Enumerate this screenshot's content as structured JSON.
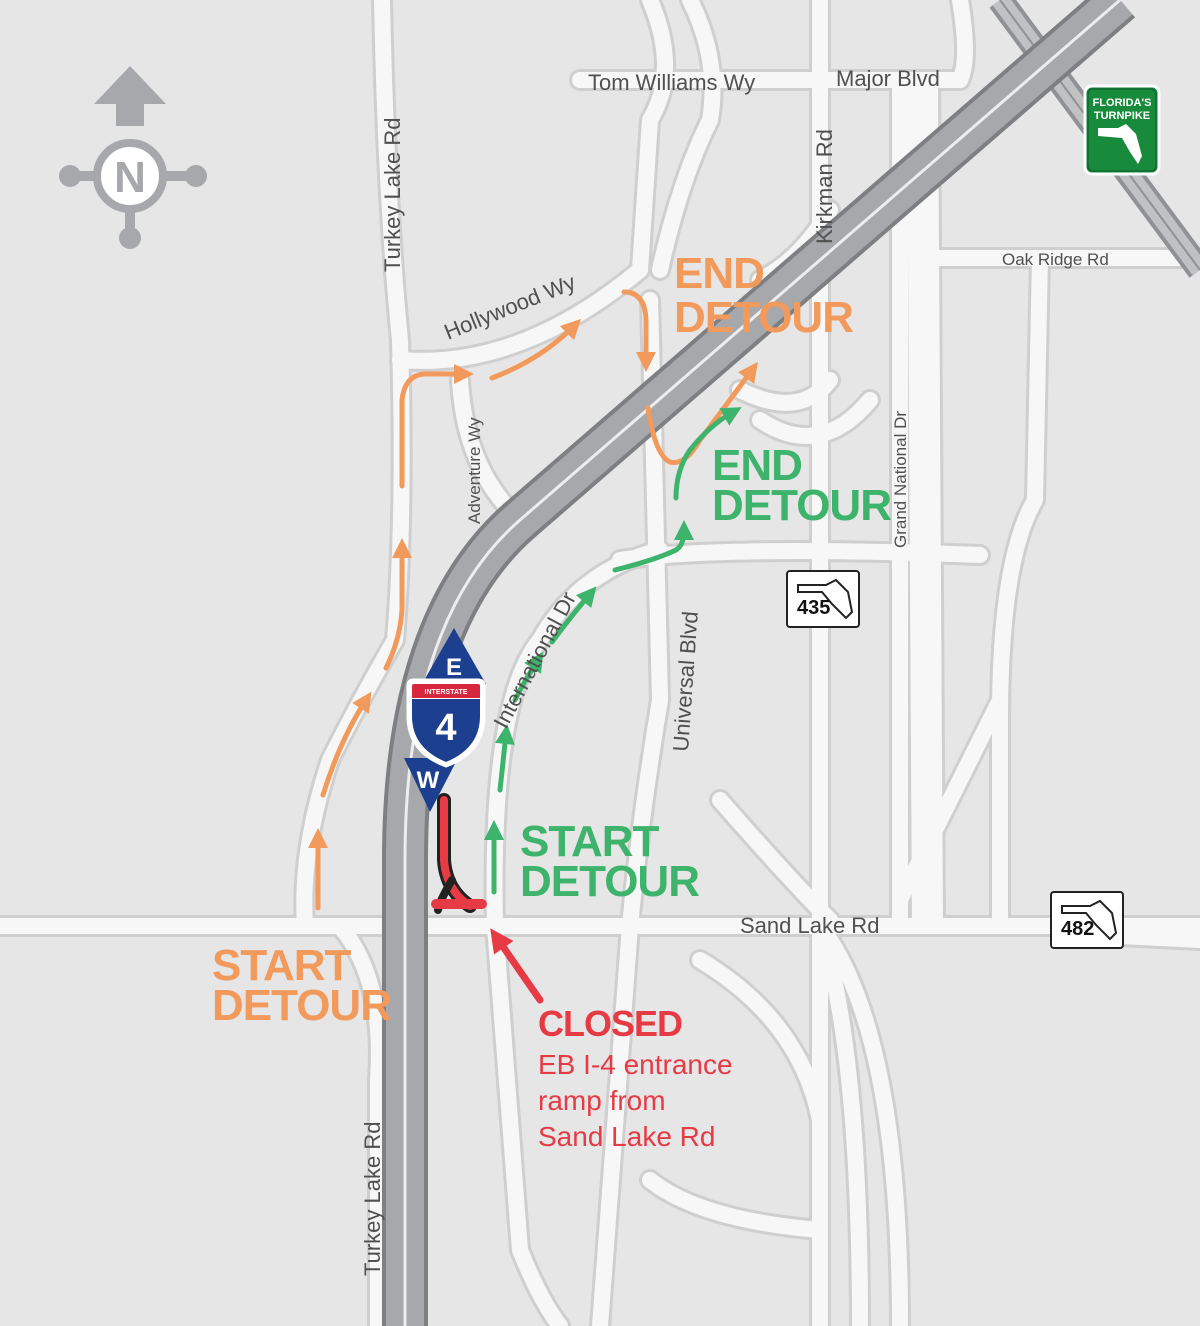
{
  "streets": {
    "tom_williams_wy": "Tom Williams Wy",
    "major_blvd": "Major Blvd",
    "turkey_lake_rd_north": "Turkey Lake Rd",
    "turkey_lake_rd_south": "Turkey Lake Rd",
    "kirkman_rd": "Kirkman Rd",
    "oak_ridge_rd": "Oak Ridge Rd",
    "hollywood_wy": "Hollywood Wy",
    "adventure_wy": "Adventure Wy",
    "grand_national_dr": "Grand National Dr",
    "international_dr": "International Dr",
    "universal_blvd": "Universal Blvd",
    "sand_lake_rd": "Sand Lake Rd"
  },
  "shields": {
    "sr_435": "435",
    "sr_482": "482",
    "interstate_label": "INTERSTATE",
    "interstate_number": "4",
    "east_direction": "E",
    "west_direction": "W",
    "turnpike_line1": "FLORIDA'S",
    "turnpike_line2": "TURNPIKE"
  },
  "compass": {
    "north_label": "N"
  },
  "detours": {
    "orange_start_line1": "START",
    "orange_start_line2": "DETOUR",
    "orange_end_line1": "END",
    "orange_end_line2": "DETOUR",
    "green_start_line1": "START",
    "green_start_line2": "DETOUR",
    "green_end_line1": "END",
    "green_end_line2": "DETOUR"
  },
  "closure": {
    "heading": "CLOSED",
    "line1": "EB I-4 entrance",
    "line2": "ramp from",
    "line3": "Sand Lake Rd"
  },
  "colors": {
    "background": "#e6e6e6",
    "road": "#f7f7f7",
    "road_edge": "#cfcfcf",
    "interstate": "#a6a8ab",
    "orange_detour": "#f29a5b",
    "green_detour": "#3db36b",
    "closed_red": "#e63b45",
    "interstate_blue": "#1d3f8f",
    "turnpike_green": "#178a3c"
  }
}
